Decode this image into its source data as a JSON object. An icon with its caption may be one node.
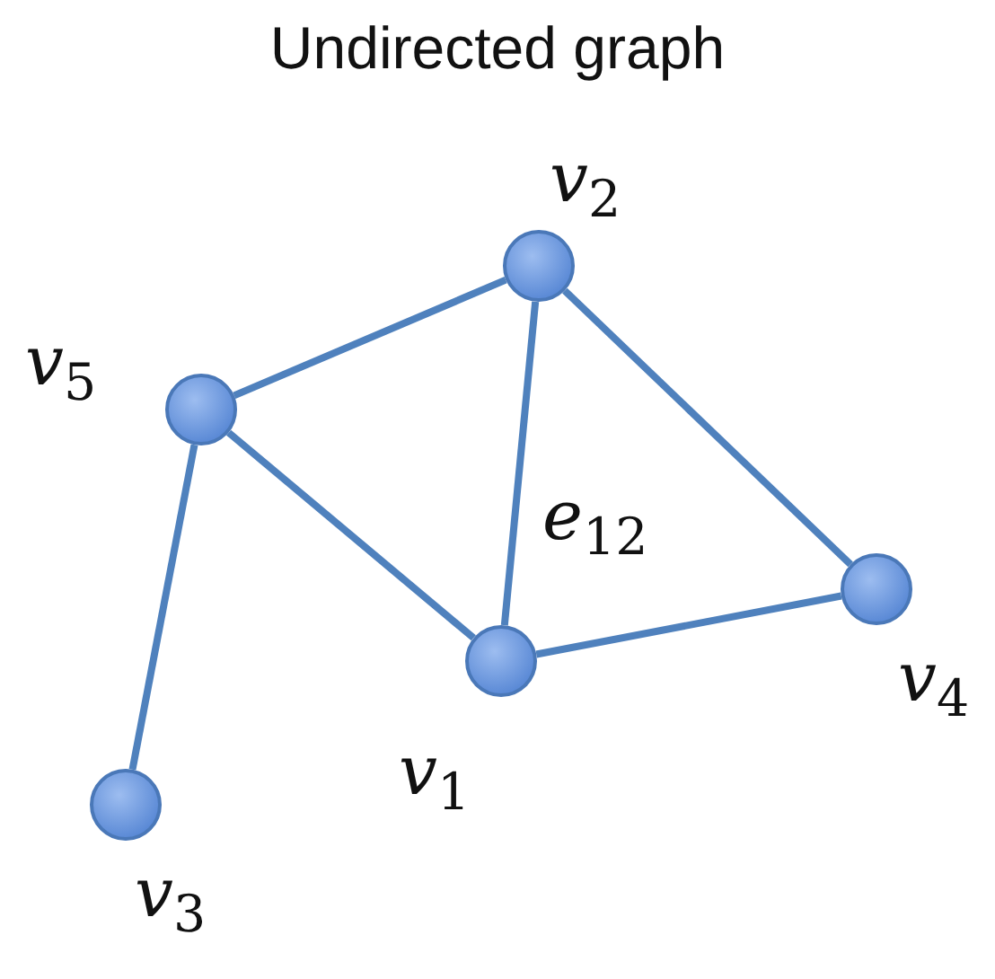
{
  "diagram": {
    "title": "Undirected graph",
    "nodes": [
      {
        "text": [],
        "shape": "circle",
        "beside": [
          "*v*$_{1}$"
        ]
      },
      {
        "text": [],
        "shape": "circle",
        "beside": [
          "*v*$_{2}$"
        ]
      },
      {
        "text": [],
        "shape": "circle",
        "beside": [
          "*v*$_{3}$"
        ]
      },
      {
        "text": [],
        "shape": "circle",
        "beside": [
          "*v*$_{4}$"
        ]
      },
      {
        "text": [],
        "shape": "circle",
        "beside": [
          "*v*$_{5}$"
        ]
      }
    ],
    "edges": [
      {
        "from": 4,
        "to": 1,
        "arrow": "none"
      },
      {
        "from": 4,
        "to": 0,
        "arrow": "none"
      },
      {
        "from": 4,
        "to": 2,
        "arrow": "none"
      },
      {
        "from": 1,
        "to": 0,
        "arrow": "none",
        "label": "*e*$_{12}$"
      },
      {
        "from": 1,
        "to": 3,
        "arrow": "none"
      },
      {
        "from": 0,
        "to": 3,
        "arrow": "none"
      }
    ]
  }
}
